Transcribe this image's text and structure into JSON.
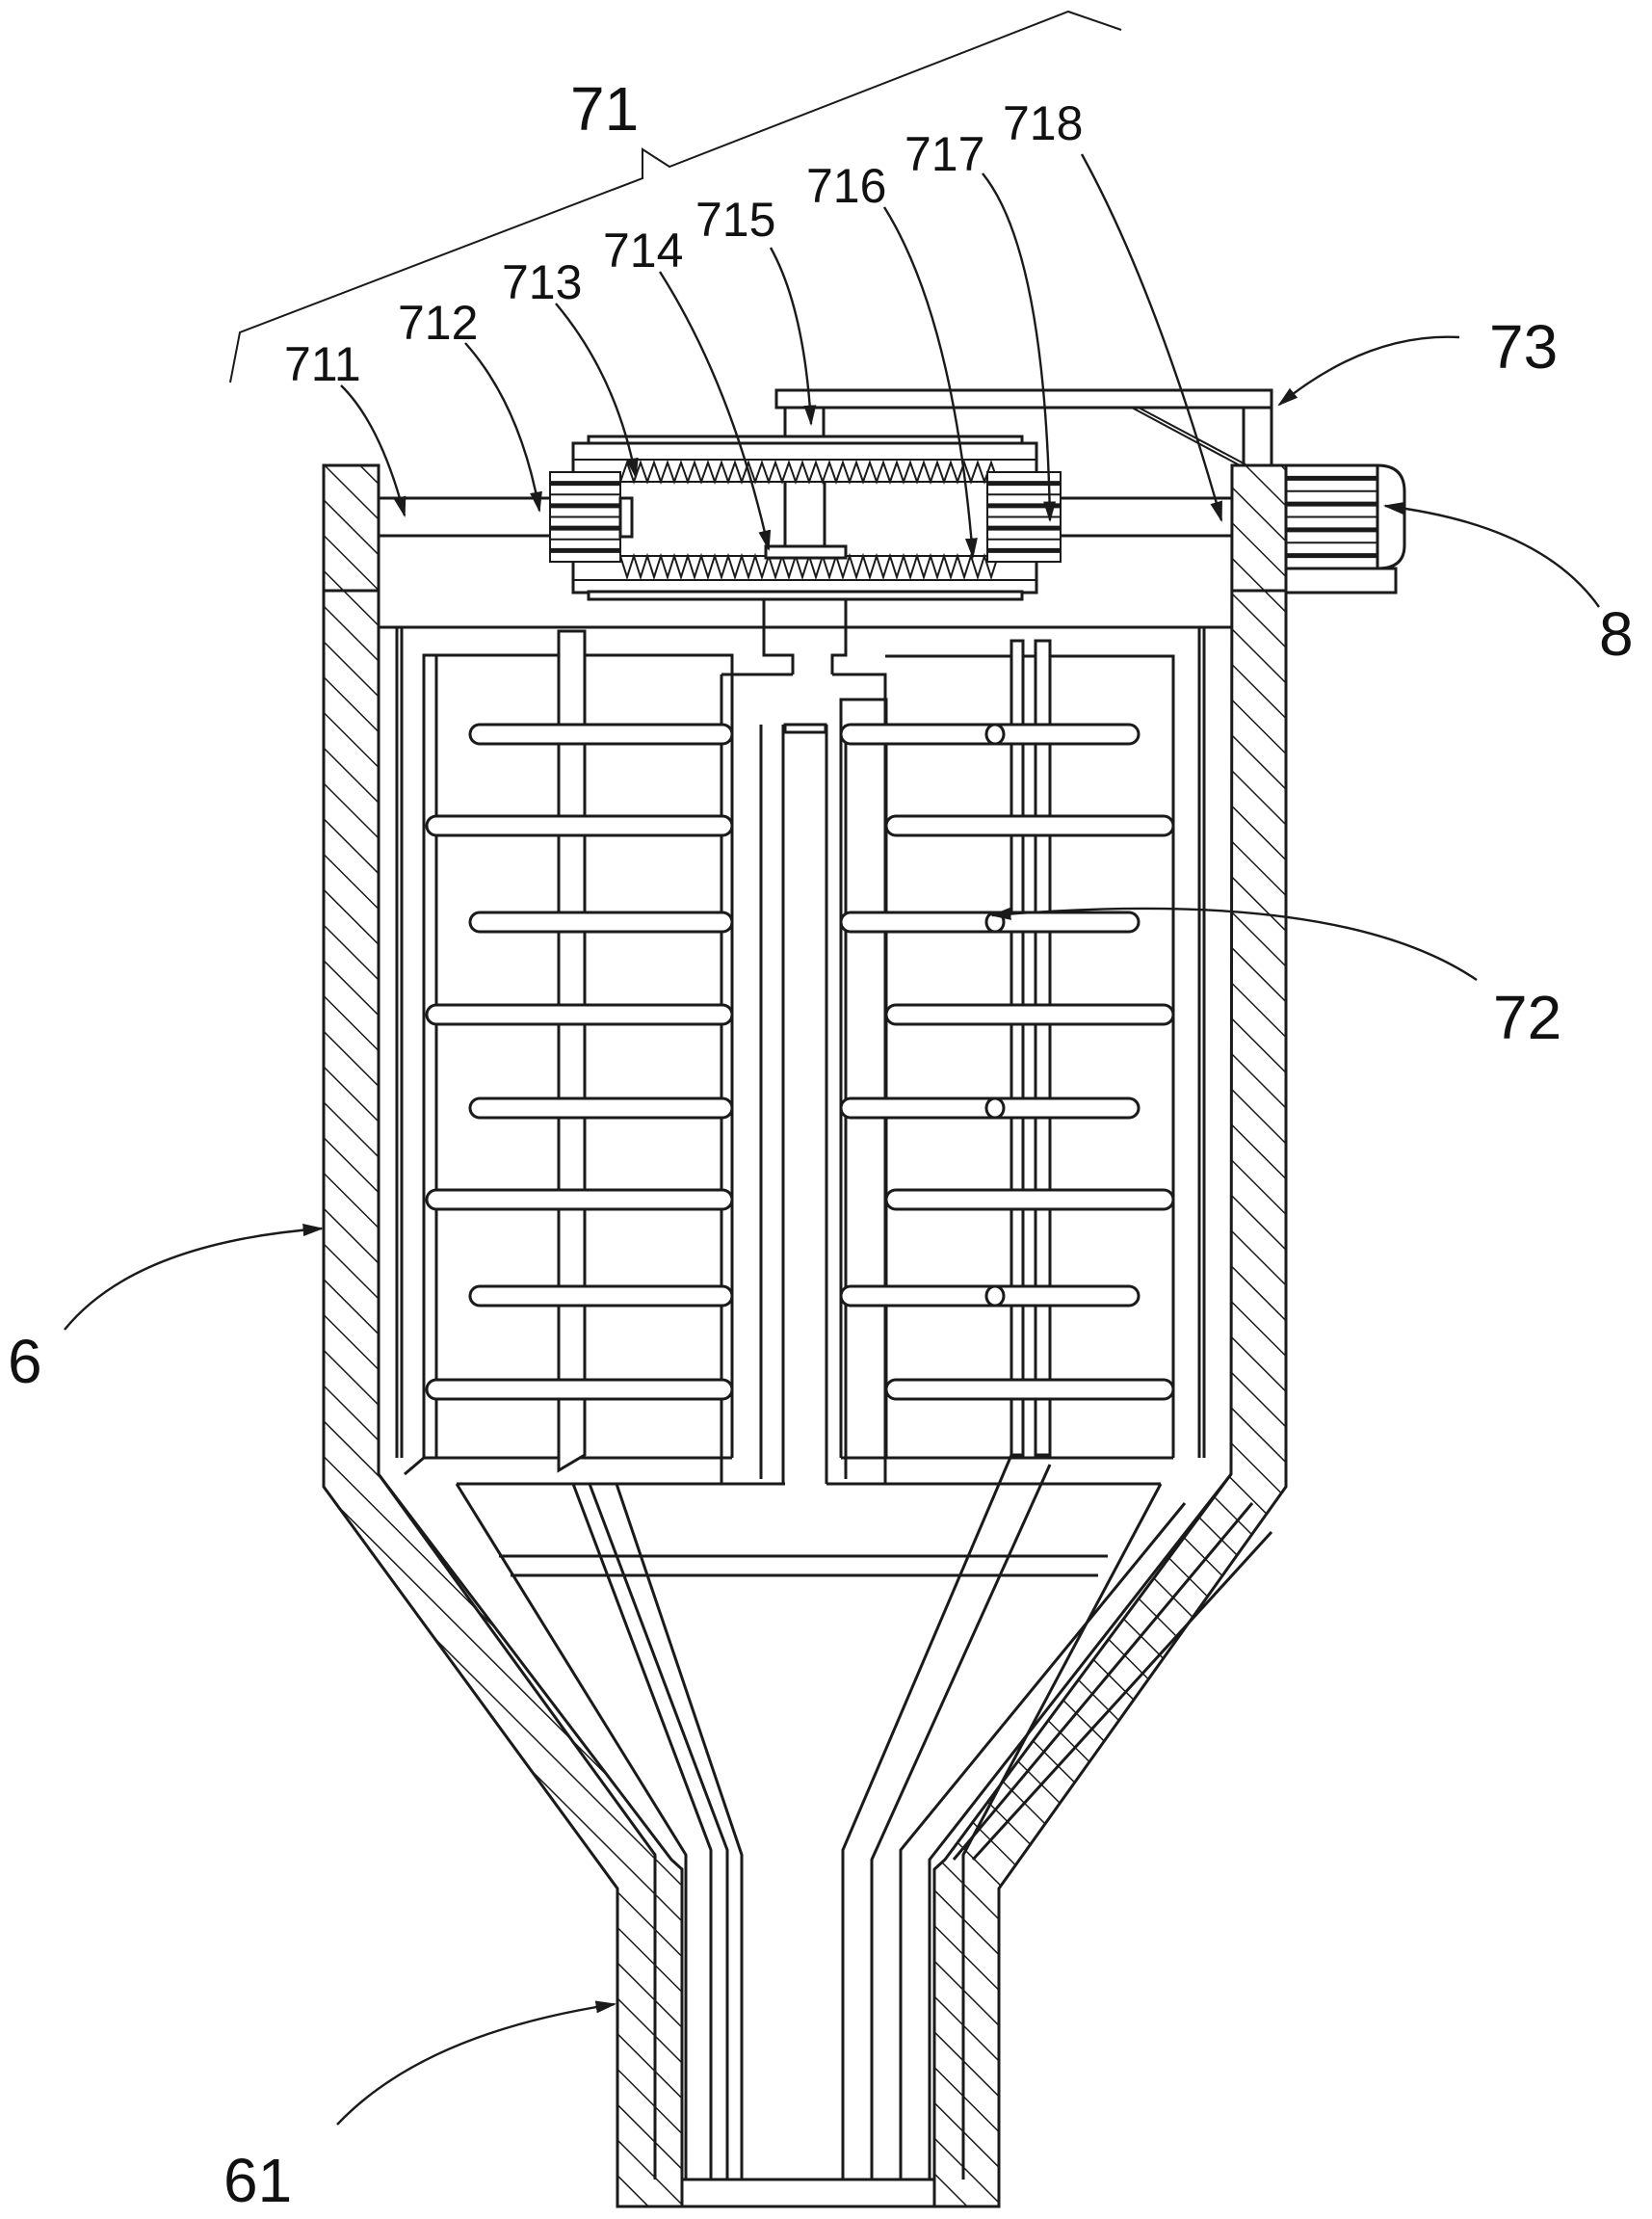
{
  "figure": {
    "type": "patent-drawing",
    "subject": "stirring tank with gear-driven agitator",
    "colors": {
      "line": "#1a1a1a",
      "background": "#ffffff"
    }
  },
  "labels": {
    "l71": "71",
    "l711": "711",
    "l712": "712",
    "l713": "713",
    "l714": "714",
    "l715": "715",
    "l716": "716",
    "l717": "717",
    "l718": "718",
    "l73": "73",
    "l8": "8",
    "l72": "72",
    "l6": "6",
    "l61": "61"
  },
  "parts": [
    {
      "ref": "6",
      "name": "tank body"
    },
    {
      "ref": "61",
      "name": "outlet pipe"
    },
    {
      "ref": "71",
      "name": "drive assembly"
    },
    {
      "ref": "711",
      "name": "rail"
    },
    {
      "ref": "712",
      "name": "left pinion"
    },
    {
      "ref": "713",
      "name": "upper ring gear"
    },
    {
      "ref": "714",
      "name": "center gear"
    },
    {
      "ref": "715",
      "name": "top mount"
    },
    {
      "ref": "716",
      "name": "lower ring gear"
    },
    {
      "ref": "717",
      "name": "right pinion"
    },
    {
      "ref": "718",
      "name": "support rail"
    },
    {
      "ref": "72",
      "name": "stirring rod"
    },
    {
      "ref": "73",
      "name": "bracket"
    },
    {
      "ref": "8",
      "name": "motor"
    }
  ]
}
